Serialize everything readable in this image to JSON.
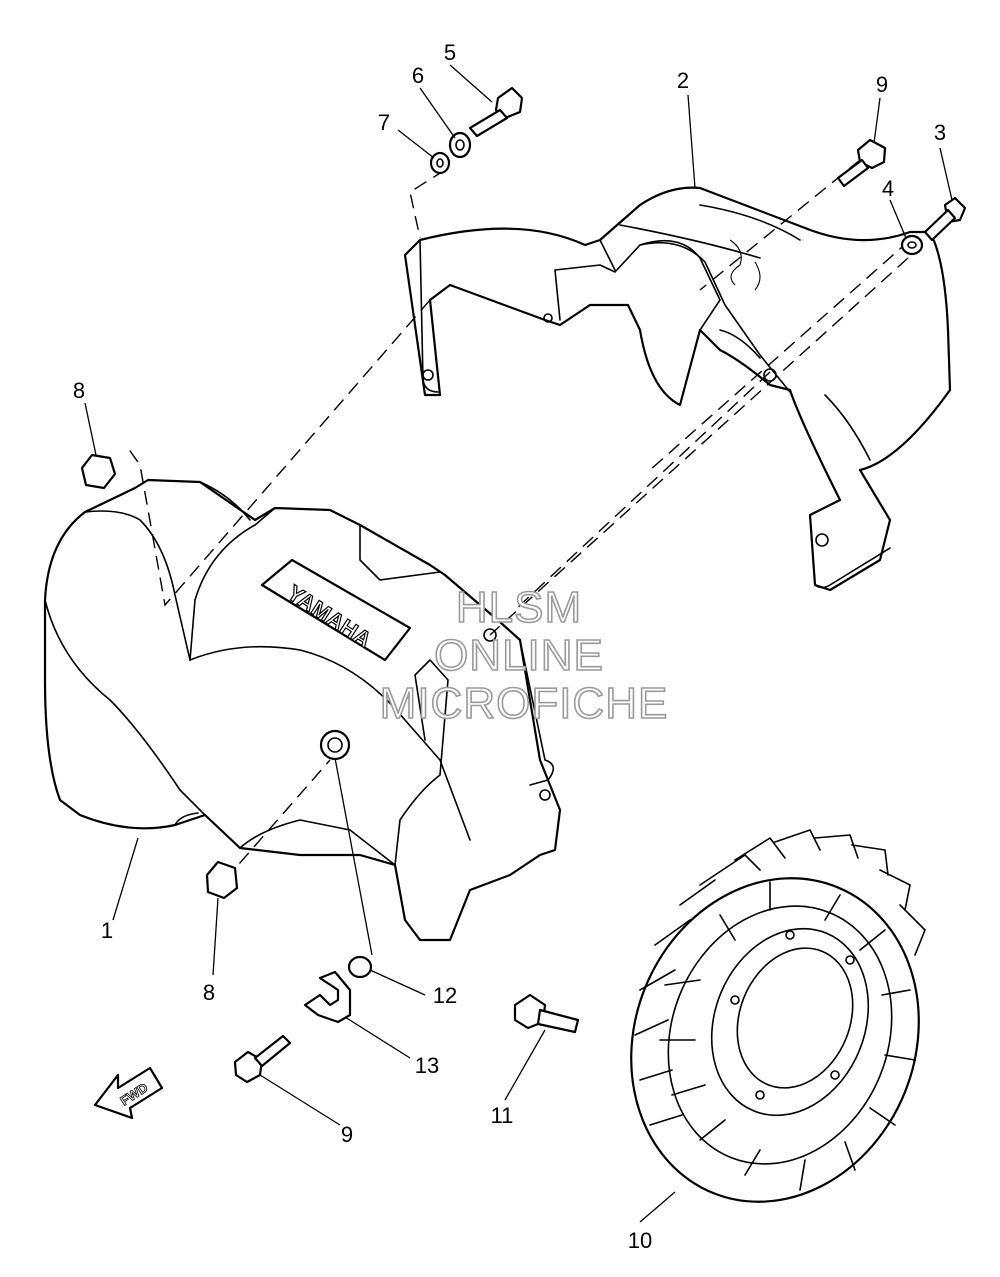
{
  "callouts": {
    "c1": "1",
    "c2": "2",
    "c3": "3",
    "c4": "4",
    "c5": "5",
    "c6": "6",
    "c7": "7",
    "c8_top": "8",
    "c8_bottom": "8",
    "c9_top": "9",
    "c9_bottom": "9",
    "c10": "10",
    "c11": "11",
    "c12": "12",
    "c13": "13"
  },
  "cover_brand": "YAMAHA",
  "direction_arrow": "FWD",
  "watermark": {
    "line1": "HLSM",
    "line2": "ONLINE",
    "line3": "MICROFICHE"
  }
}
